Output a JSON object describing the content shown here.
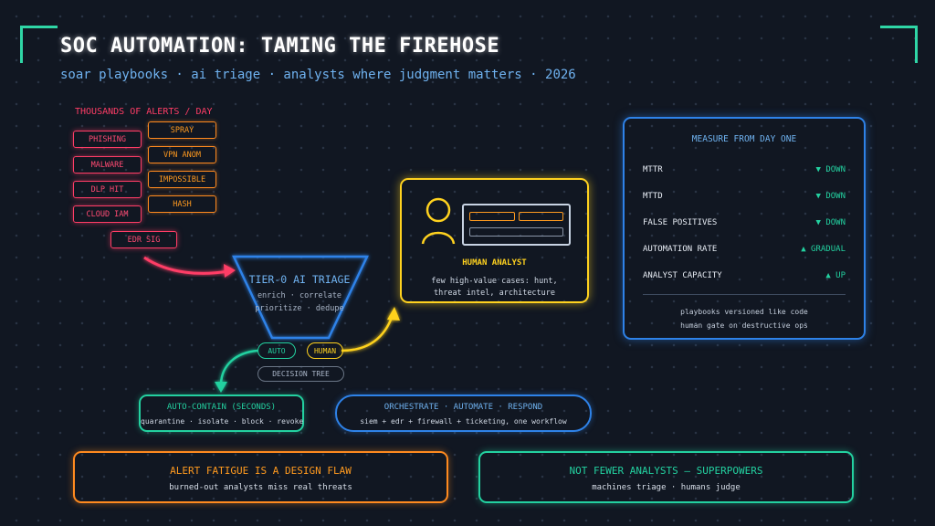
{
  "title": "SOC AUTOMATION: TAMING THE FIREHOSE",
  "subtitle": "soar playbooks · ai triage · analysts where judgment matters · 2026",
  "alerts": {
    "heading": "THOUSANDS OF ALERTS / DAY",
    "red": [
      "PHISHING",
      "MALWARE",
      "DLP HIT",
      "CLOUD IAM",
      "EDR SIG"
    ],
    "orange": [
      "SPRAY",
      "VPN ANOM",
      "IMPOSSIBLE",
      "HASH"
    ]
  },
  "triage": {
    "title": "TIER-0 AI TRIAGE",
    "line1": "enrich · correlate",
    "line2": "prioritize · dedupe"
  },
  "routing": {
    "auto": "AUTO",
    "human": "HUMAN",
    "decision": "DECISION TREE"
  },
  "human_analyst": {
    "title": "HUMAN ANALYST",
    "line1": "few high-value cases: hunt,",
    "line2": "threat intel, architecture"
  },
  "auto_contain": {
    "title": "AUTO-CONTAIN (SECONDS)",
    "line": "quarantine · isolate · block · revoke"
  },
  "orchestrate": {
    "title": "ORCHESTRATE · AUTOMATE · RESPOND",
    "line": "siem + edr + firewall + ticketing, one workflow"
  },
  "measure": {
    "title": "MEASURE FROM DAY ONE",
    "rows": [
      {
        "label": "MTTR",
        "status": "▼ DOWN"
      },
      {
        "label": "MTTD",
        "status": "▼ DOWN"
      },
      {
        "label": "FALSE POSITIVES",
        "status": "▼ DOWN"
      },
      {
        "label": "AUTOMATION RATE",
        "status": "▲ GRADUAL"
      },
      {
        "label": "ANALYST CAPACITY",
        "status": "▲ UP"
      }
    ],
    "note1": "playbooks versioned like code",
    "note2": "human gate on destructive ops"
  },
  "fatigue": {
    "title": "ALERT FATIGUE IS A DESIGN FLAW",
    "line": "burned-out analysts miss real threats"
  },
  "superpowers": {
    "title": "NOT FEWER ANALYSTS — SUPERPOWERS",
    "line": "machines triage · humans judge"
  },
  "colors": {
    "red": "#ff3d66",
    "orange": "#ff8a1f",
    "yellow": "#ffd21f",
    "blue": "#2e82e8",
    "green": "#23d1a0",
    "background": "#111722"
  }
}
